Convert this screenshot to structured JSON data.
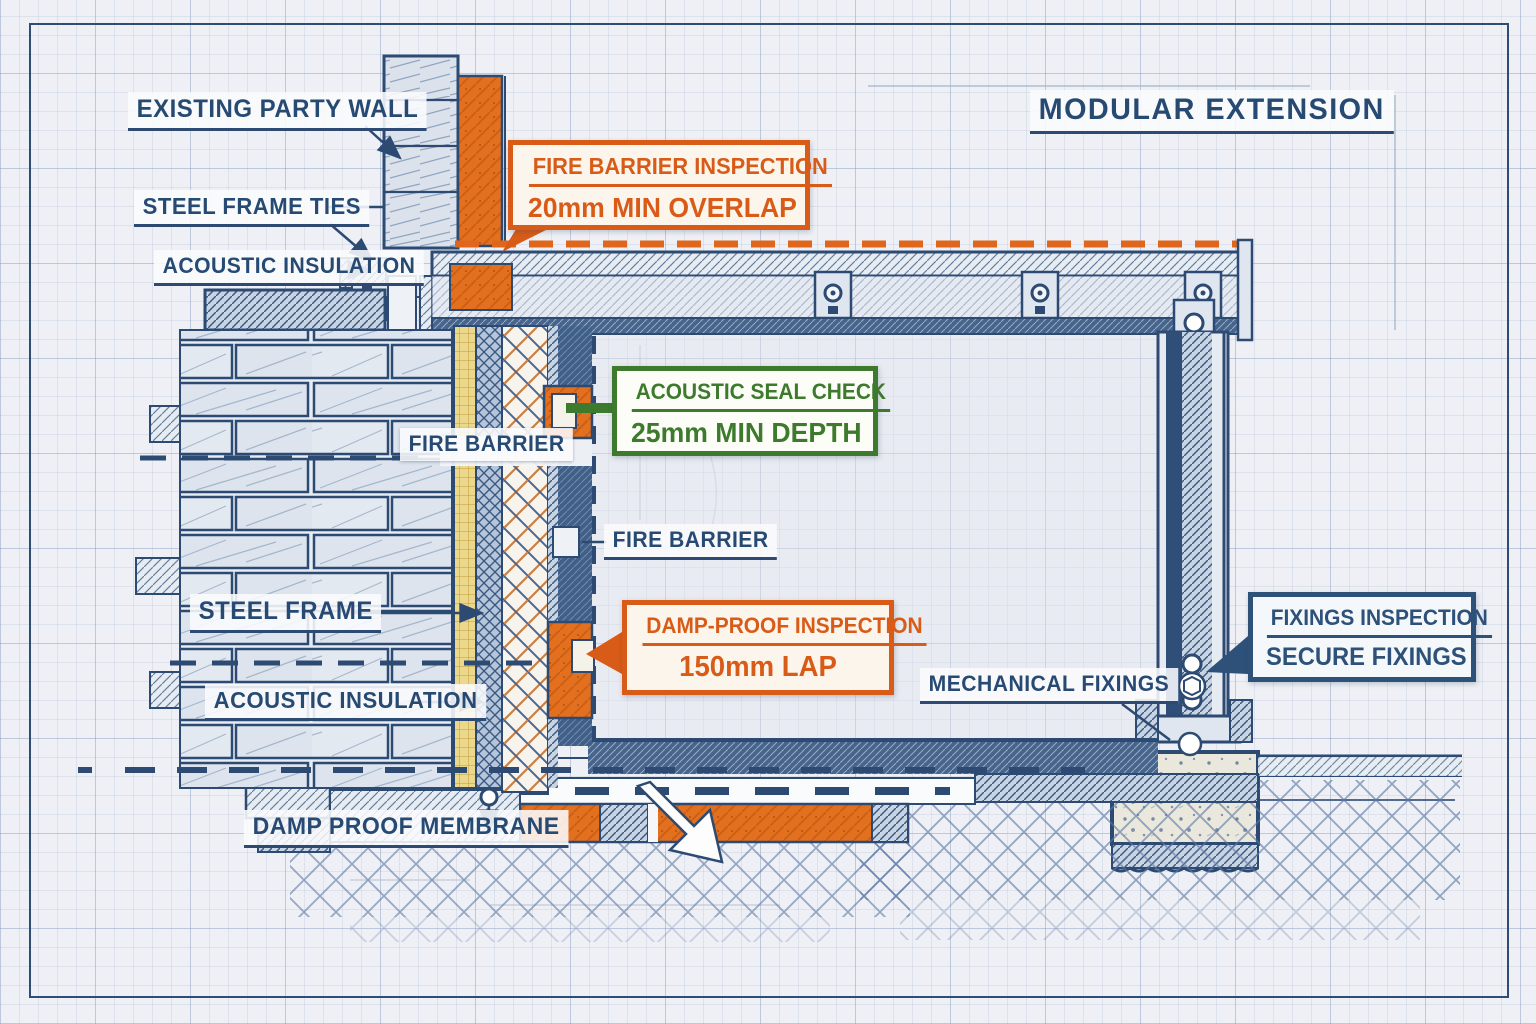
{
  "title": {
    "text": "MODULAR EXTENSION"
  },
  "labels": {
    "existing_party_wall": "EXISTING PARTY WALL",
    "steel_frame_ties": "STEEL FRAME TIES",
    "acoustic_insulation_upper": "ACOUSTIC INSULATION",
    "fire_barrier_tag": "FIRE BARRIER",
    "fire_barrier_mid": "FIRE BARRIER",
    "steel_frame": "STEEL FRAME",
    "acoustic_insulation_lower": "ACOUSTIC INSULATION",
    "mechanical_fixings": "MECHANICAL FIXINGS",
    "damp_proof_membrane": "DAMP PROOF MEMBRANE"
  },
  "callouts": {
    "fire_barrier": {
      "title": "FIRE BARRIER INSPECTION",
      "value": "20mm MIN OVERLAP",
      "color": "#d85c17"
    },
    "acoustic_seal": {
      "title": "ACOUSTIC SEAL CHECK",
      "value": "25mm MIN DEPTH",
      "color": "#3d7a2d"
    },
    "damp_proof": {
      "title": "DAMP-PROOF INSPECTION",
      "value": "150mm LAP",
      "color": "#d85c17"
    },
    "fixings": {
      "title": "FIXINGS INSPECTION",
      "value": "SECURE FIXINGS",
      "color": "#2d5179"
    }
  },
  "colors": {
    "line_navy": "#2c4a72",
    "text_navy": "#274a73",
    "accent_orange": "#d85c17",
    "fill_orange": "#e2701f",
    "accent_green": "#3d7a2d",
    "accent_blue": "#2d5179",
    "paper": "#eef0f5",
    "grid": "#c5d0e2",
    "insulation_yellow": "#ecd88b",
    "callout_cream": "#fbf5ec"
  }
}
